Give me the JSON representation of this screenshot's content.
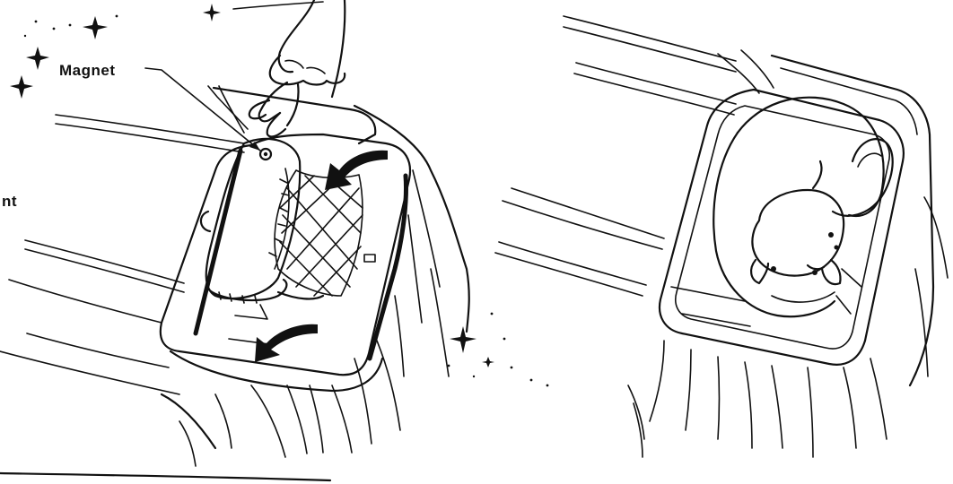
{
  "labels": {
    "magnet": "Magnet",
    "cut_off_word": "nt"
  },
  "panels": [
    {
      "id": "left",
      "description_icon": "hand-closing-lid-icon"
    },
    {
      "id": "right",
      "description_icon": "cat-in-bed-icon"
    }
  ],
  "colors": {
    "ink": "#111111",
    "paper": "#ffffff"
  }
}
